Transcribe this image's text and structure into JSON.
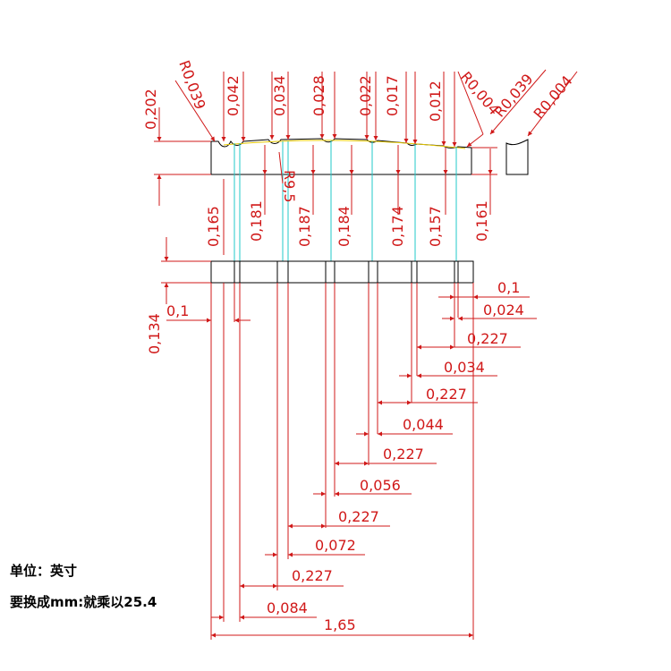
{
  "colors": {
    "dimension": "#d01818",
    "outline": "#000000",
    "slot_line": "#20c8c8",
    "surface": "#e6c800"
  },
  "labels": {
    "top_h": "0,202",
    "r_left": "R0,039",
    "w1": "0,042",
    "w2": "0,034",
    "w3": "0,028",
    "w4": "0,022",
    "w5": "0,017",
    "w6": "0,012",
    "r_right1": "R0,004",
    "r_right2": "R0,039",
    "r_right3": "R0,004",
    "r95": "R9,5",
    "d1": "0,165",
    "d2": "0,181",
    "d3": "0,187",
    "d4": "0,184",
    "d5": "0,174",
    "d6": "0,157",
    "d7": "0,161",
    "h_bottom": "0,134",
    "left_off": "0,1",
    "r1": "0,1",
    "r2": "0,024",
    "r3": "0,227",
    "r4": "0,034",
    "r5": "0,227",
    "r6": "0,044",
    "r7": "0,227",
    "r8": "0,056",
    "r9": "0,227",
    "r10": "0,072",
    "r11": "0,227",
    "r12": "0,084",
    "total": "1,65"
  },
  "notes": {
    "unit": "单位：英寸",
    "convert": "要换成mm:就乘以25.4"
  }
}
